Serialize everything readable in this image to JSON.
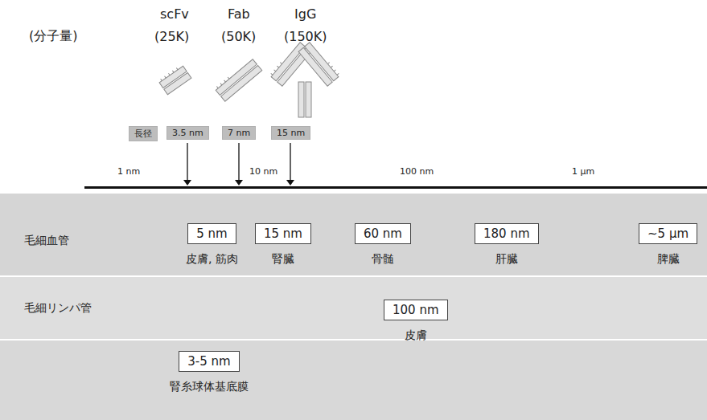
{
  "diagram": {
    "nodes": [
      {
        "text": [
          "長径"
        ]
      },
      {
        "text": [
          "3.5 nm"
        ]
      },
      {
        "text": [
          "7 nm"
        ]
      },
      {
        "text": [
          "15 nm"
        ]
      },
      {
        "text": [
          "毛細血管"
        ]
      },
      {
        "text": [
          "5 nm",
          "皮膚, 筋肉"
        ],
        "in": 4
      },
      {
        "text": [
          "15 nm",
          "腎臓"
        ],
        "in": 4
      },
      {
        "text": [
          "60 nm",
          "骨髄"
        ],
        "in": 4
      },
      {
        "text": [
          "180 nm",
          "肝臓"
        ],
        "in": 4
      },
      {
        "text": [
          "~5 μm",
          "脾臓"
        ],
        "in": 4
      },
      {
        "text": [
          "毛細リンパ管"
        ]
      },
      {
        "text": [
          "100 nm",
          "皮膚"
        ],
        "in": 10
      },
      {
        "text": [
          "3-5 nm",
          "腎糸球体基底膜"
        ]
      }
    ],
    "labels": [
      "(分子量)",
      "scFv",
      "Fab",
      "IgG",
      "(25K)",
      "(50K)",
      "(150K)",
      "1 nm",
      "10 nm",
      "100 nm",
      "1 μm"
    ]
  }
}
